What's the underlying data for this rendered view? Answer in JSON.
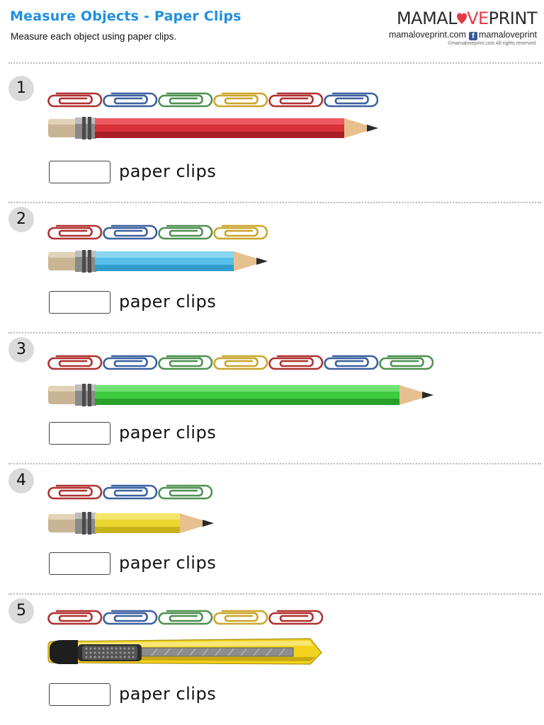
{
  "header": {
    "title": "Measure Objects - Paper Clips",
    "instruction": "Measure each object using paper clips."
  },
  "brand": {
    "logo_part1": "MAMAL",
    "logo_part2": "VE",
    "logo_part3": "PRINT",
    "website": "mamaloveprint.com",
    "facebook_icon": "f",
    "facebook": "mamaloveprint",
    "copyright": "©mamaloveprint.com All rights reserved.",
    "colors": {
      "text": "#2b2b2b",
      "accent": "#e23b48",
      "facebook": "#3b5998"
    }
  },
  "colors": {
    "title": "#1f8fe0",
    "number_badge": "#dadada",
    "divider": "#b8b8b8"
  },
  "clip_colors": {
    "red": "#b03030",
    "blue": "#3a60a0",
    "green": "#4e9050",
    "yellow": "#c9a52a"
  },
  "questions": [
    {
      "number": "1",
      "object": "red-pencil",
      "object_color": "#d8303a",
      "clips": [
        "red",
        "blue",
        "green",
        "yellow",
        "red",
        "blue"
      ],
      "answer": "",
      "unit_label": "paper clips"
    },
    {
      "number": "2",
      "object": "blue-pencil",
      "object_color": "#56bfe8",
      "clips": [
        "red",
        "blue",
        "green",
        "yellow"
      ],
      "answer": "",
      "unit_label": "paper clips"
    },
    {
      "number": "3",
      "object": "green-pencil",
      "object_color": "#3fcb3f",
      "clips": [
        "red",
        "blue",
        "green",
        "yellow",
        "red",
        "blue",
        "green"
      ],
      "answer": "",
      "unit_label": "paper clips"
    },
    {
      "number": "4",
      "object": "yellow-pencil",
      "object_color": "#ead62f",
      "clips": [
        "red",
        "blue",
        "green"
      ],
      "answer": "",
      "unit_label": "paper clips"
    },
    {
      "number": "5",
      "object": "utility-knife",
      "object_color": "#f2d21c",
      "clips": [
        "red",
        "blue",
        "green",
        "yellow",
        "red"
      ],
      "answer": "",
      "unit_label": "paper clips"
    }
  ]
}
